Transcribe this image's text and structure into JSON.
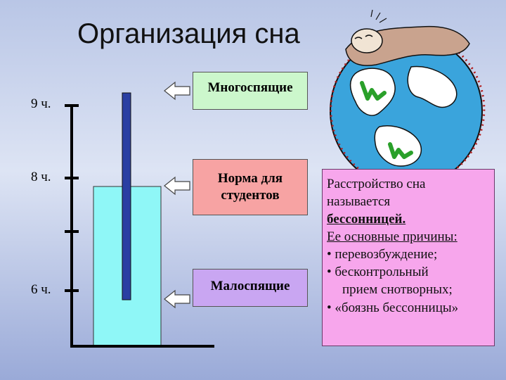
{
  "title": "Организация сна",
  "scale": {
    "ticks": [
      {
        "label": "9 ч.",
        "hours": 9
      },
      {
        "label": "8 ч.",
        "hours": 8
      },
      {
        "label": "",
        "hours": 7
      },
      {
        "label": "6 ч.",
        "hours": 6
      }
    ]
  },
  "boxes": {
    "long_sleepers": "Многоспящие",
    "norm": "Норма для студентов",
    "short_sleepers": "Малоспящие"
  },
  "colors": {
    "long_sleepers": "#ccf7cc",
    "norm": "#f7a3a3",
    "short_sleepers": "#c9a6f2",
    "info": "#f7a6ec",
    "water": "#8ff7f7",
    "bar": "#2a3fa3"
  },
  "info": {
    "line1": "Расстройство сна",
    "line2": "называется",
    "line3": "бессонницей.",
    "line4": "Ее основные причины:",
    "bullet1": "• перевозбуждение;",
    "bullet2": "• бесконтрольный",
    "bullet2b": "прием снотворных;",
    "bullet3": "• «боязнь бессонницы»"
  },
  "illustration": {
    "icon": "globe-with-sleeping-person-icon"
  }
}
